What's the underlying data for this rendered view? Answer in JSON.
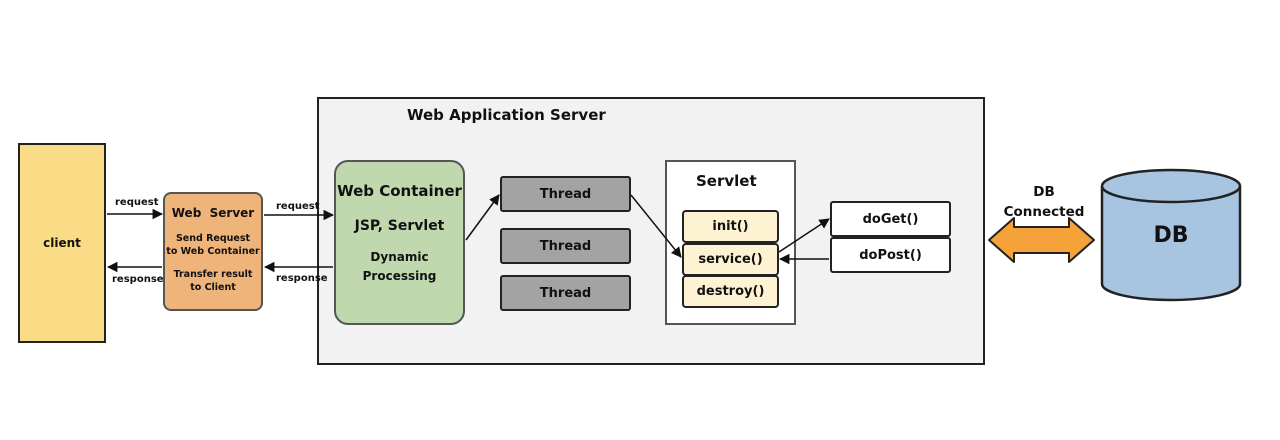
{
  "was": {
    "title": "Web Application Server"
  },
  "client": {
    "label": "client"
  },
  "web_server": {
    "title": "Web  Server",
    "desc1": [
      "Send Request",
      "to Web Container"
    ],
    "desc2": [
      "Transfer result",
      "to Client"
    ]
  },
  "edges": {
    "client_request": "request",
    "client_response": "response",
    "ws_request": "request",
    "ws_response": "response"
  },
  "web_container": {
    "title": "Web Container",
    "subtitle": "JSP, Servlet",
    "desc": [
      "Dynamic",
      "Processing"
    ]
  },
  "threads": [
    "Thread",
    "Thread",
    "Thread"
  ],
  "servlet": {
    "title": "Servlet",
    "methods": [
      "init()",
      "service()",
      "destroy()"
    ]
  },
  "handlers": [
    "doGet()",
    "doPost()"
  ],
  "db": {
    "connection_label": [
      "DB",
      "Connected"
    ],
    "label": "DB"
  },
  "colors": {
    "client": "#fbdc86",
    "web_server": "#efb47a",
    "web_container": "#bfd8ad",
    "thread": "#a3a3a3",
    "method": "#fdf2d2",
    "db": "#a7c5e1",
    "db_arrow": "#f5a23a"
  }
}
